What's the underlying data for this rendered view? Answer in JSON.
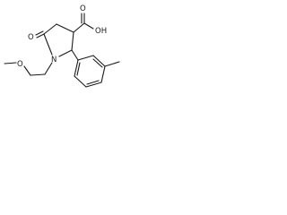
{
  "molecule": {
    "labels": {
      "carboxyl_oh": "OH",
      "carbonyl_o_acid": "O",
      "lactam_o": "O",
      "ring_n": "N",
      "ether_o": "O"
    }
  }
}
